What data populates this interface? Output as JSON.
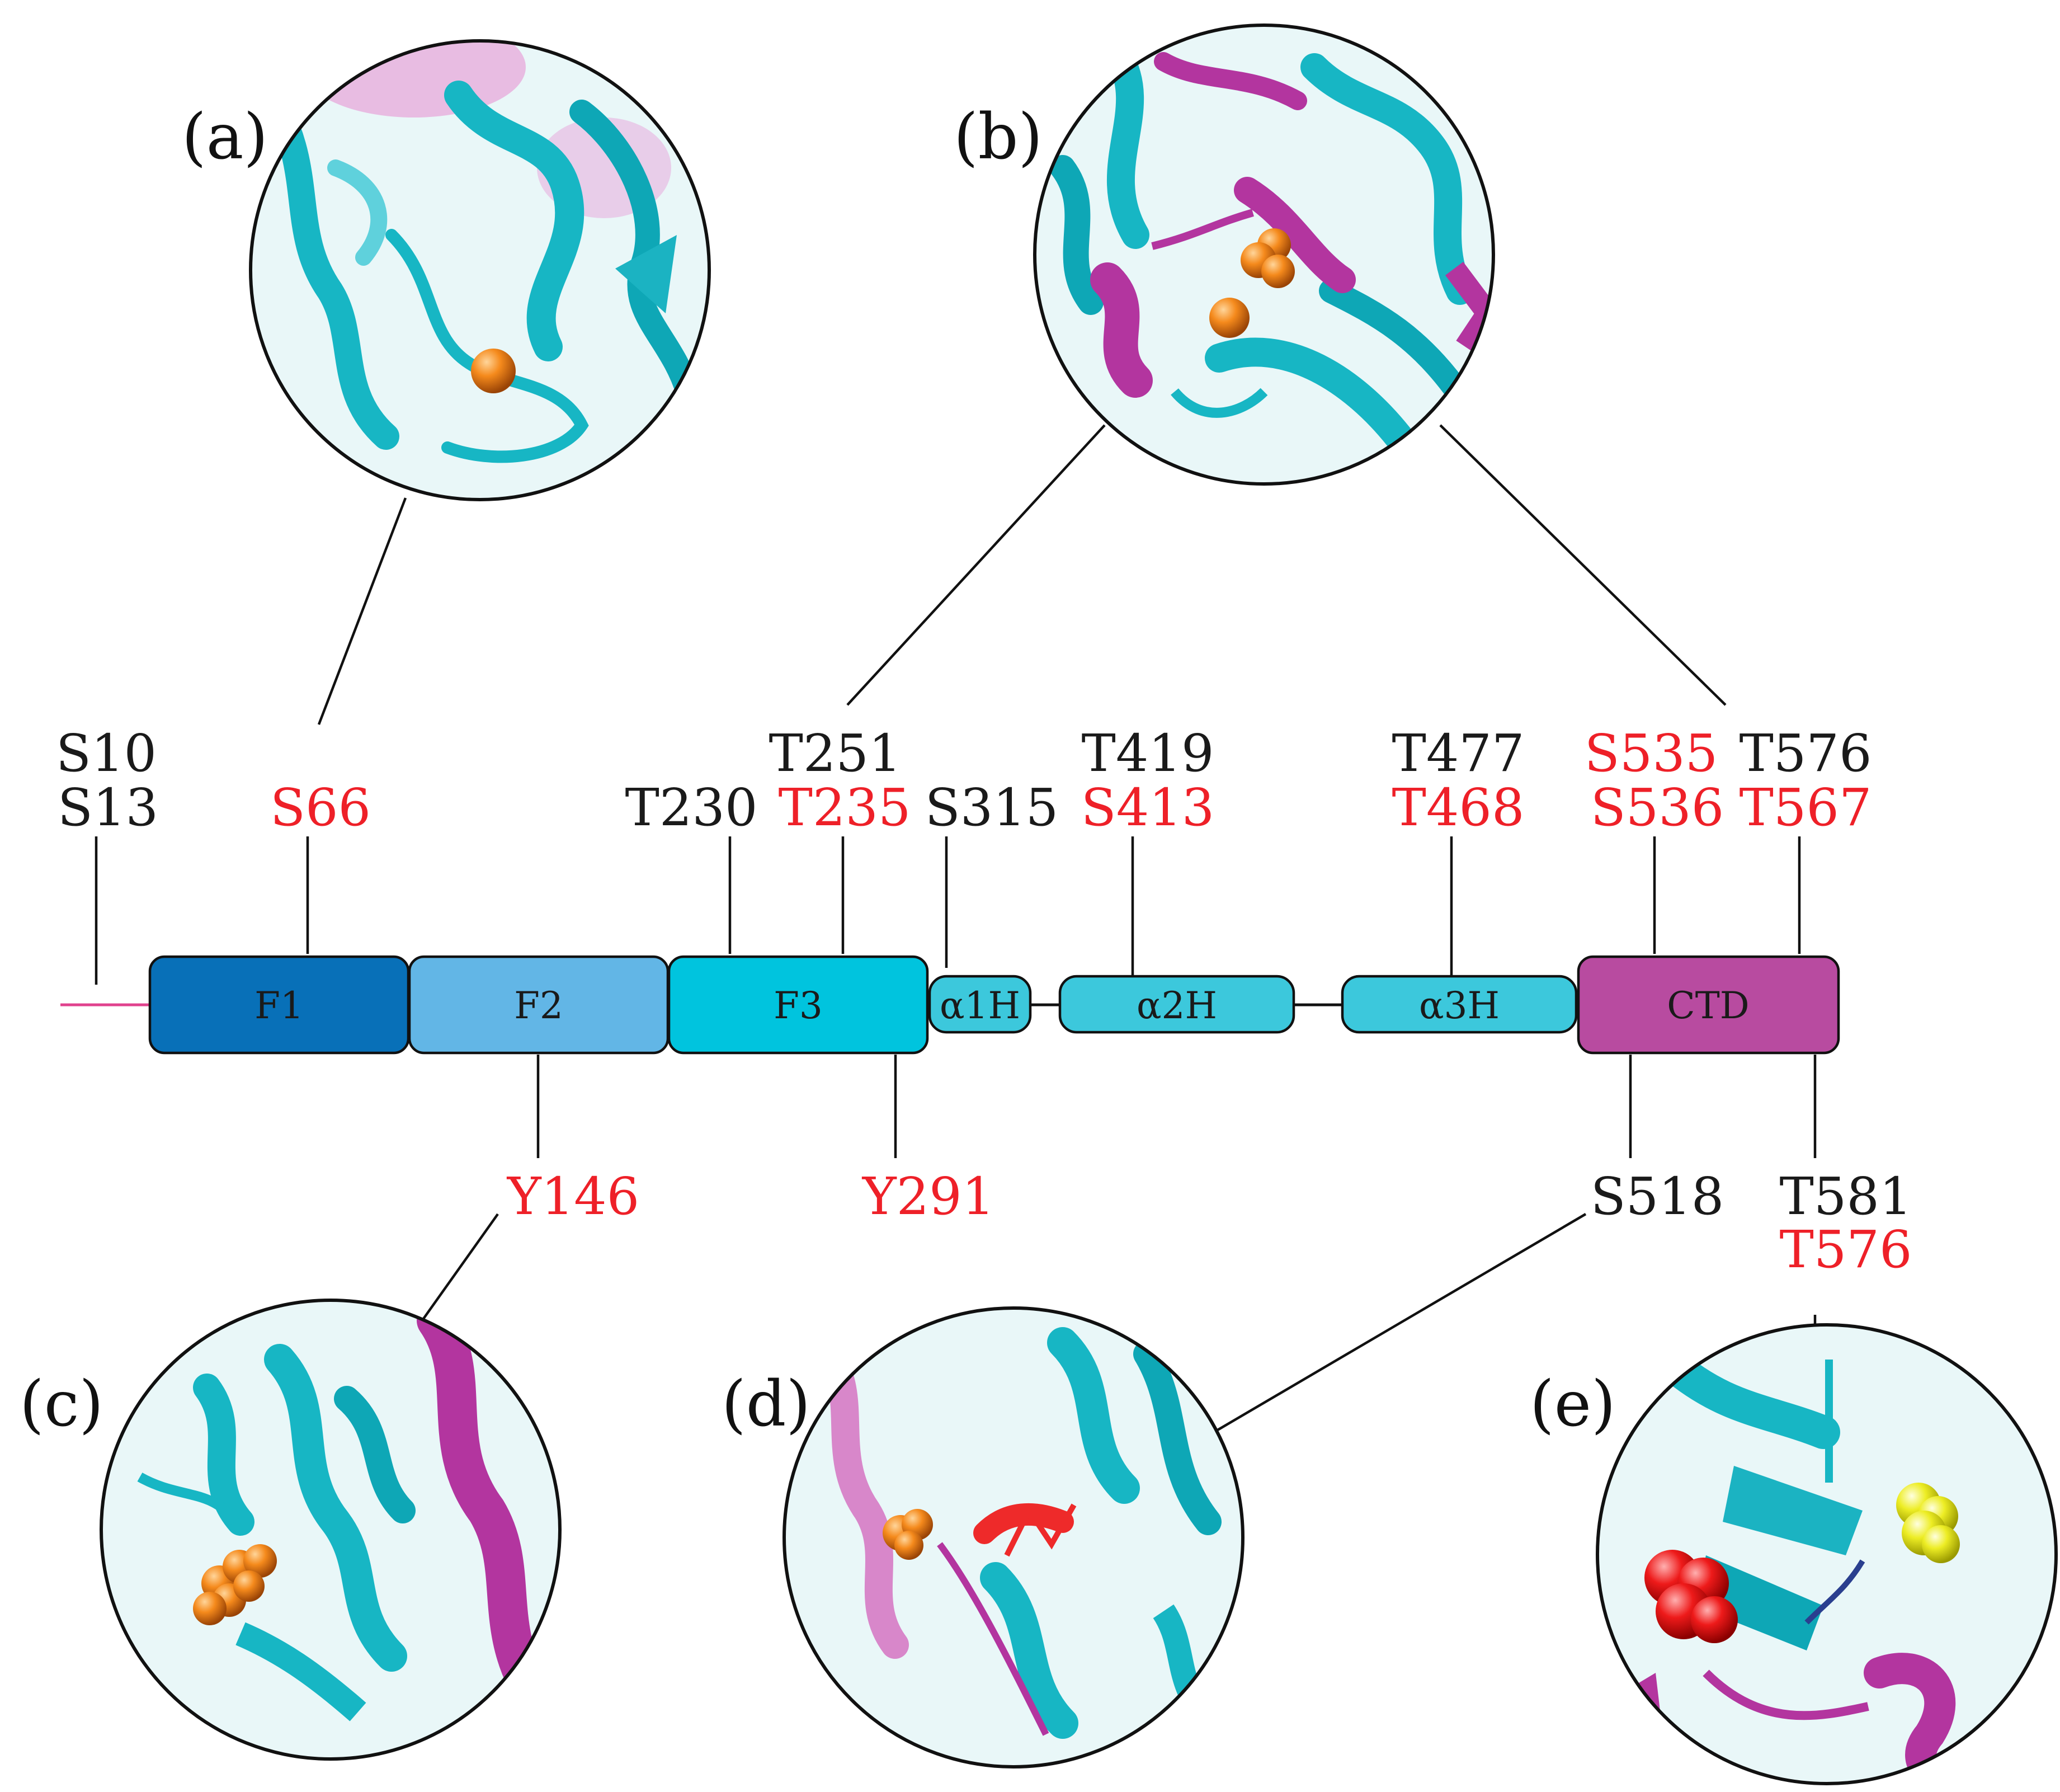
{
  "panels": [
    {
      "label": "(a)"
    },
    {
      "label": "(b)"
    },
    {
      "label": "(c)"
    },
    {
      "label": "(d)"
    },
    {
      "label": "(e)"
    }
  ],
  "domains": [
    {
      "label": "F1",
      "color": "#0870b8"
    },
    {
      "label": "F2",
      "color": "#62b6e6"
    },
    {
      "label": "F3",
      "color": "#00c4de"
    },
    {
      "label": "α1H",
      "color": "#3cc8dc"
    },
    {
      "label": "α2H",
      "color": "#3cc8dc"
    },
    {
      "label": "α3H",
      "color": "#3cc8dc"
    },
    {
      "label": "CTD",
      "color": "#b84ba0"
    }
  ],
  "sites": {
    "s10": "S10",
    "s13": "S13",
    "s66": "S66",
    "t230": "T230",
    "t251": "T251",
    "t235": "T235",
    "s315": "S315",
    "t419": "T419",
    "s413": "S413",
    "t477": "T477",
    "t468": "T468",
    "s535": "S535",
    "s536": "S536",
    "t576_top": "T576",
    "t567": "T567",
    "y146": "Y146",
    "y291": "Y291",
    "s518": "S518",
    "t581": "T581",
    "t576_bottom": "T576"
  },
  "colors": {
    "site_black": "#1a1a1a",
    "site_red": "#ee2028",
    "n_terminal_tail": "#e0428e",
    "protein_cyan": "#17b6c4",
    "protein_magenta": "#b3359f",
    "sphere_orange": "#f07d18",
    "sphere_red": "#ee1a1a",
    "sphere_yellow": "#f0f02a"
  },
  "icons": [
    "protein-structure-zoom-a",
    "protein-structure-zoom-b",
    "protein-structure-zoom-c",
    "protein-structure-zoom-d",
    "protein-structure-zoom-e"
  ]
}
